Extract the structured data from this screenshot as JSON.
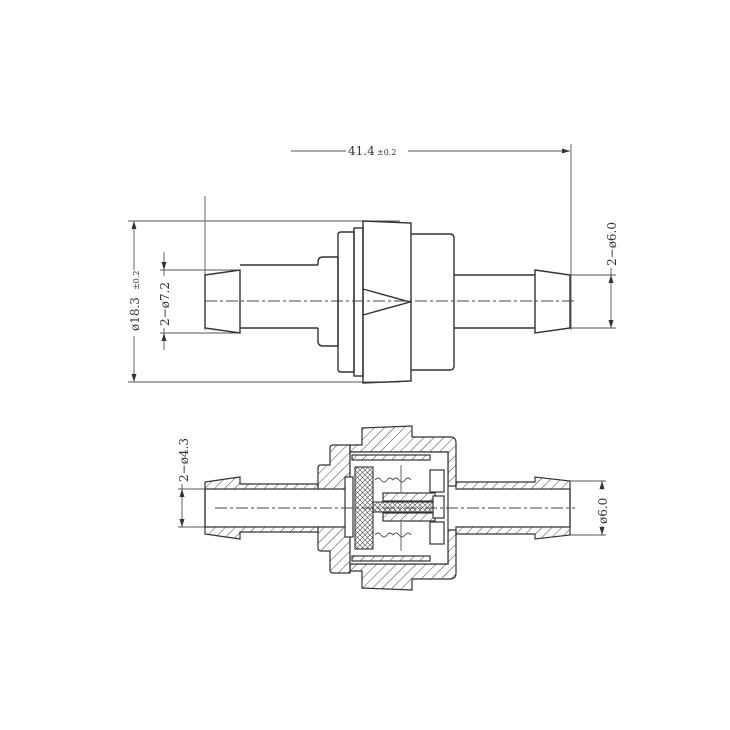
{
  "drawing": {
    "title": "Inline check valve technical drawing",
    "views": [
      "top-elevation",
      "section-view"
    ],
    "colors": {
      "line": "#333333",
      "background": "#ffffff"
    }
  },
  "dimensions": {
    "overall_length": {
      "value": "41.4",
      "tolerance": "±0.2"
    },
    "body_diameter": {
      "value": "ø18.3",
      "tolerance": "±0.2"
    },
    "left_barb_outer": {
      "label": "2−ø7.2"
    },
    "right_barb_top_view": {
      "label": "2−ø6.0"
    },
    "bore_diameter": {
      "label": "2−ø4.3"
    },
    "right_barb_section": {
      "label": "ø6.0"
    }
  }
}
